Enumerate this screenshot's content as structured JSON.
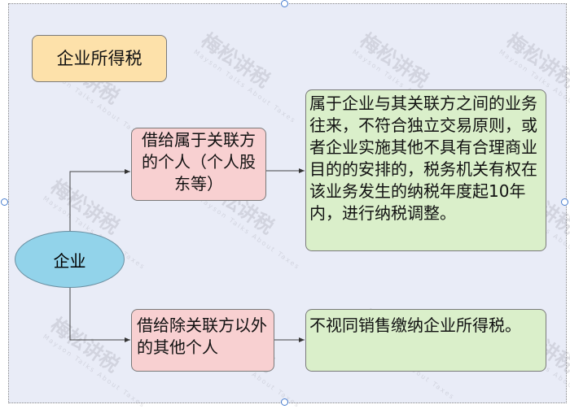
{
  "title": "企业所得税",
  "root": "企业",
  "branches": [
    {
      "label": "借给属于关联方的个人（个人股东等）",
      "result": "属于企业与其关联方之间的业务往来，不符合独立交易原则，或者企业实施其他不具有合理商业目的的安排的，税务机关有权在该业务发生的纳税年度起10年内，进行纳税调整。"
    },
    {
      "label": "借给除关联方以外的其他个人",
      "result": "不视同销售缴纳企业所得税。"
    }
  ],
  "watermark": {
    "cn": "梅松讲税",
    "en": "Mayson Talks About Taxes"
  },
  "colors": {
    "title": "#fde1aa",
    "branch": "#f8d0d1",
    "result": "#daefca",
    "root": "#92d3ea"
  }
}
